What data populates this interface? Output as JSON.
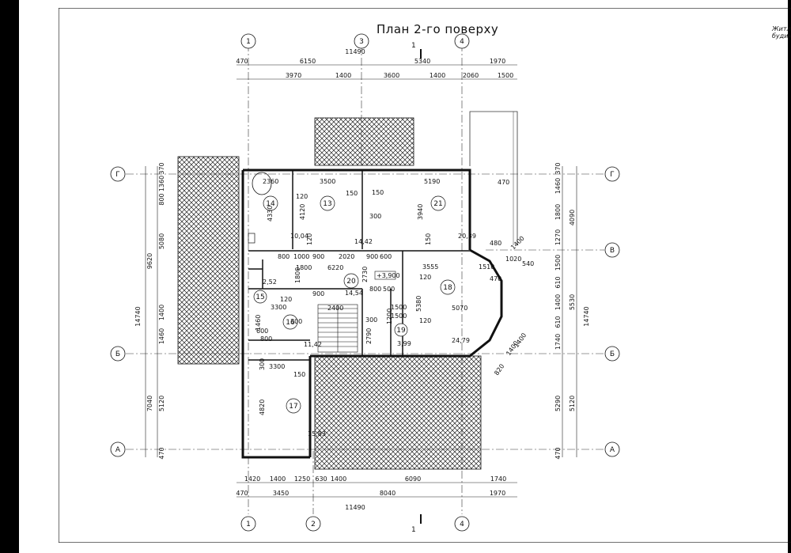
{
  "title": "План 2-го поверху",
  "corner_label": "Житловий будинок",
  "section_mark": "1",
  "axes_vertical": [
    "1",
    "3",
    "4",
    "1",
    "2",
    "4"
  ],
  "axes_horizontal": [
    "Г",
    "В",
    "Б",
    "А"
  ],
  "dims_top_outer": [
    "470",
    "6150",
    "5340",
    "1970"
  ],
  "dims_top_total": "11490",
  "dims_top_inner": [
    "3970",
    "1400",
    "3600",
    "1400",
    "2060",
    "1500"
  ],
  "dims_bottom_inner": [
    "1420",
    "1400",
    "1250",
    "630",
    "1400",
    "6090",
    "1740"
  ],
  "dims_bottom_outer": [
    "470",
    "3450",
    "8040",
    "1970"
  ],
  "dims_bottom_total": "11490",
  "dims_left": [
    "370",
    "1360",
    "800",
    "5080",
    "1400",
    "1460",
    "5120",
    "7040",
    "9620",
    "14740",
    "470"
  ],
  "dims_right": [
    "370",
    "1460",
    "1800",
    "4090",
    "1270",
    "1500",
    "610",
    "1400",
    "610",
    "5530",
    "1740",
    "14740",
    "5290",
    "5120",
    "470"
  ],
  "rooms": [
    {
      "num": "14",
      "area": "10,04"
    },
    {
      "num": "13",
      "area": "14,42"
    },
    {
      "num": "21",
      "area": "20,39"
    },
    {
      "num": "15",
      "area": "2,52"
    },
    {
      "num": "20",
      "area": "14,54"
    },
    {
      "num": "18",
      "area": "24,79"
    },
    {
      "num": "16",
      "area": "11,42"
    },
    {
      "num": "19",
      "area": "3,99"
    },
    {
      "num": "17",
      "area": "15,83"
    }
  ],
  "level_mark": "+3,900",
  "inner_dims": [
    "2360",
    "3500",
    "5190",
    "470",
    "120",
    "150",
    "150",
    "4330",
    "4120",
    "300",
    "3940",
    "120",
    "150",
    "800",
    "1000",
    "900",
    "2020",
    "900",
    "600",
    "6220",
    "1800",
    "2730",
    "3555",
    "1510",
    "120",
    "900",
    "120",
    "1800",
    "800",
    "500",
    "5380",
    "5070",
    "470",
    "3300",
    "300",
    "2400",
    "1500",
    "300",
    "1200",
    "2790",
    "1460",
    "600",
    "800",
    "300",
    "3300",
    "150",
    "4820",
    "1500",
    "1400",
    "1020",
    "820",
    "1400",
    "1400",
    "120",
    "480",
    "540"
  ]
}
